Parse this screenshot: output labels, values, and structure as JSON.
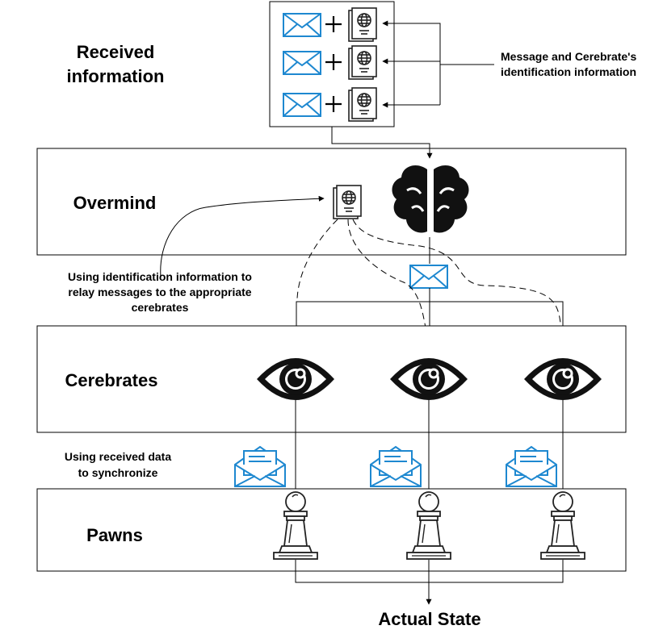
{
  "labels": {
    "received_info_line1": "Received",
    "received_info_line2": "information",
    "message_id_line1": "Message and Cerebrate's",
    "message_id_line2": "identification information",
    "overmind": "Overmind",
    "relay_line1": "Using identification information to",
    "relay_line2": "relay messages to the appropriate",
    "relay_line3": "cerebrates",
    "cerebrates": "Cerebrates",
    "sync_line1": "Using received data",
    "sync_line2": "to synchronize",
    "pawns": "Pawns",
    "actual_state": "Actual State"
  },
  "symbols": {
    "plus": "+"
  },
  "icons": {
    "message": "envelope-icon",
    "identification": "passport-icon",
    "overmind": "brain-icon",
    "cerebrate": "eye-icon",
    "data": "open-envelope-icon",
    "pawn": "chess-pawn-icon"
  },
  "colors": {
    "envelope": "#1e88d0",
    "line": "#000000"
  }
}
